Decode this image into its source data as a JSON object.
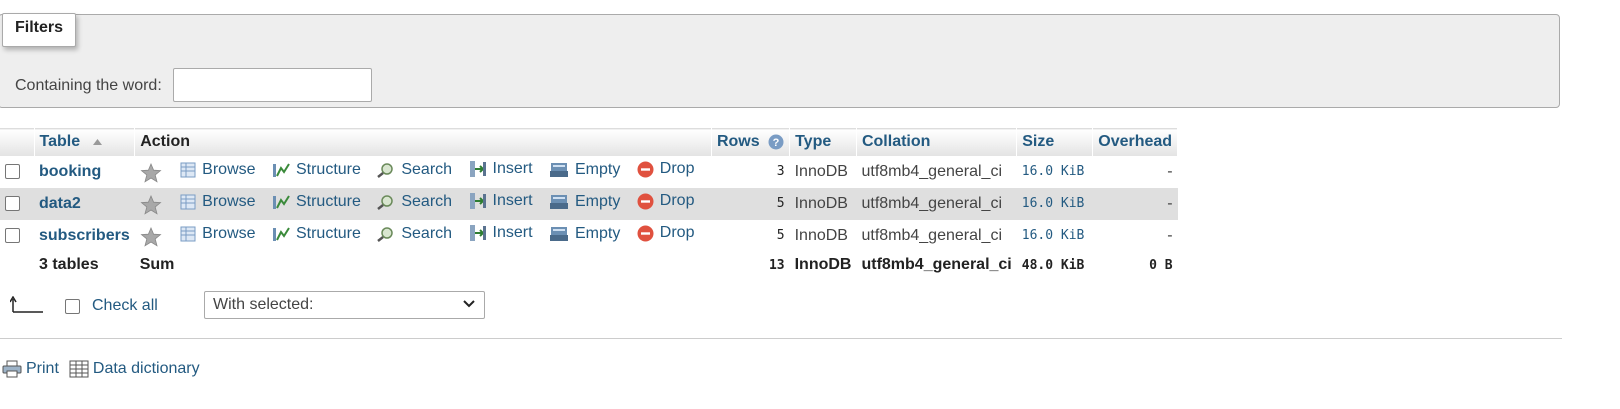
{
  "filters": {
    "legend": "Filters",
    "label": "Containing the word:",
    "value": "",
    "placeholder": ""
  },
  "table": {
    "headers": {
      "table": "Table",
      "action": "Action",
      "rows": "Rows",
      "type": "Type",
      "collation": "Collation",
      "size": "Size",
      "overhead": "Overhead"
    },
    "actions": {
      "browse": "Browse",
      "structure": "Structure",
      "search": "Search",
      "insert": "Insert",
      "empty": "Empty",
      "drop": "Drop"
    },
    "rows": [
      {
        "name": "booking",
        "rows": "3",
        "type": "InnoDB",
        "collation": "utf8mb4_general_ci",
        "size": "16.0 KiB",
        "overhead": "-"
      },
      {
        "name": "data2",
        "rows": "5",
        "type": "InnoDB",
        "collation": "utf8mb4_general_ci",
        "size": "16.0 KiB",
        "overhead": "-"
      },
      {
        "name": "subscribers",
        "rows": "5",
        "type": "InnoDB",
        "collation": "utf8mb4_general_ci",
        "size": "16.0 KiB",
        "overhead": "-"
      }
    ],
    "sum": {
      "label": "3 tables",
      "action": "Sum",
      "rows": "13",
      "type": "InnoDB",
      "collation": "utf8mb4_general_ci",
      "size": "48.0 KiB",
      "overhead": "0 B"
    }
  },
  "bulk": {
    "check_all": "Check all",
    "with_selected": "With selected:"
  },
  "footer": {
    "print": "Print",
    "data_dictionary": "Data dictionary"
  },
  "colors": {
    "link": "#235a81",
    "panel": "#eeeeee",
    "row_alt": "#dfdfdf",
    "drop_red": "#e0513f"
  }
}
